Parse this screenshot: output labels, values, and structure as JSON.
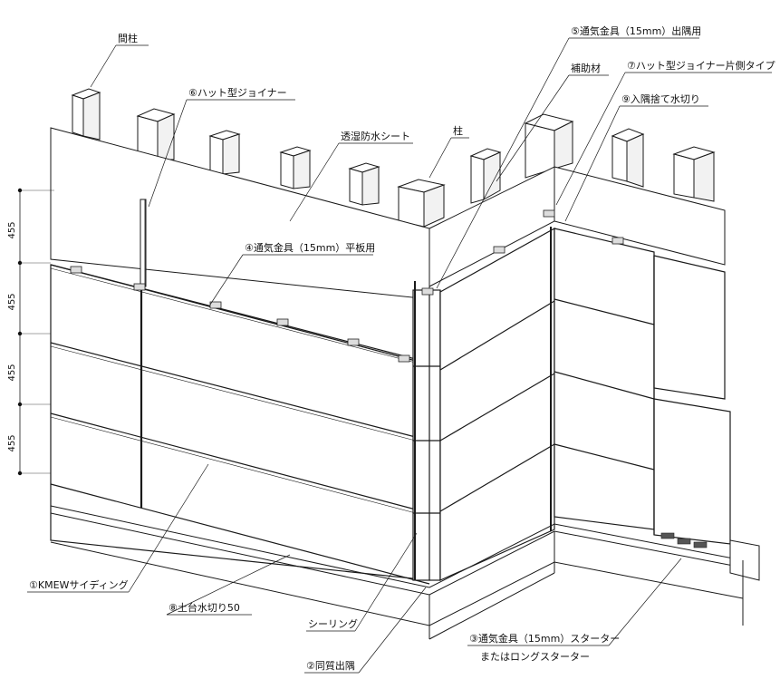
{
  "diagram": {
    "labels": {
      "mabashira": "間柱",
      "hat_joiner": "⑥ハット型ジョイナー",
      "moisture_sheet": "透湿防水シート",
      "pillar": "柱",
      "vent_corner": "⑤通気金具（15mm）出隅用",
      "aux_material": "補助材",
      "hat_joiner_one_side": "⑦ハット型ジョイナー片側タイプ",
      "inner_corner_flashing": "⑨入隅捨て水切り",
      "vent_flat": "④通気金具（15mm）平板用",
      "kmew_siding": "①KMEWサイディング",
      "base_flashing": "⑧土台水切り50",
      "sealing": "シーリング",
      "same_material_corner": "②同質出隅",
      "starter_line1": "③通気金具（15mm）スターター",
      "starter_line2": "またはロングスターター"
    },
    "dimensions": [
      "455",
      "455",
      "455",
      "455"
    ]
  }
}
